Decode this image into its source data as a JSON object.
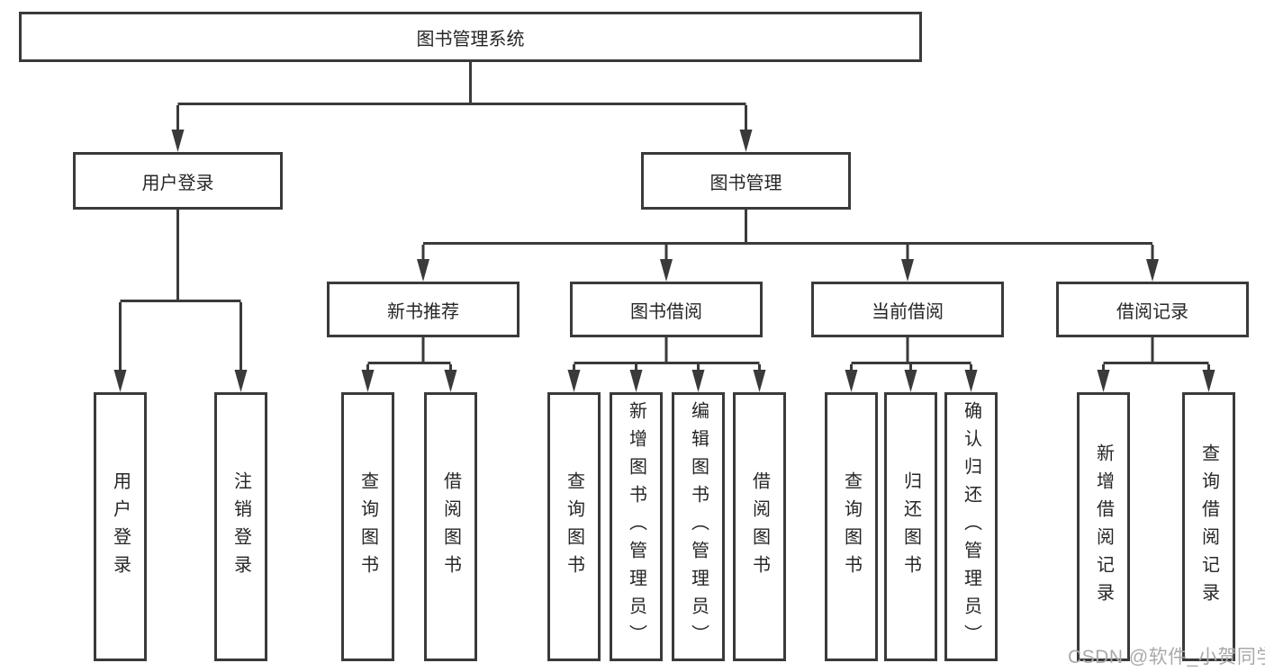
{
  "tree": {
    "root": {
      "label": "图书管理系统",
      "children": [
        {
          "label": "用户登录",
          "children": [
            {
              "label": "用户登录"
            },
            {
              "label": "注销登录"
            }
          ]
        },
        {
          "label": "图书管理",
          "children": [
            {
              "label": "新书推荐",
              "children": [
                {
                  "label": "查询图书"
                },
                {
                  "label": "借阅图书"
                }
              ]
            },
            {
              "label": "图书借阅",
              "children": [
                {
                  "label": "查询图书"
                },
                {
                  "label": "新增图书（管理员）"
                },
                {
                  "label": "编辑图书（管理员）"
                },
                {
                  "label": "借阅图书"
                }
              ]
            },
            {
              "label": "当前借阅",
              "children": [
                {
                  "label": "查询图书"
                },
                {
                  "label": "归还图书"
                },
                {
                  "label": "确认归还（管理员）"
                }
              ]
            },
            {
              "label": "借阅记录",
              "children": [
                {
                  "label": "新增借阅记录"
                },
                {
                  "label": "查询借阅记录"
                }
              ]
            }
          ]
        }
      ]
    }
  },
  "watermark": {
    "text": "CSDN @软件_小贺同学"
  },
  "colors": {
    "line": "#3a3a3a",
    "box_border": "#3a3a3a",
    "box_fill": "#ffffff",
    "text": "#262626",
    "watermark": "#a9a9a9",
    "background": "#ffffff"
  }
}
